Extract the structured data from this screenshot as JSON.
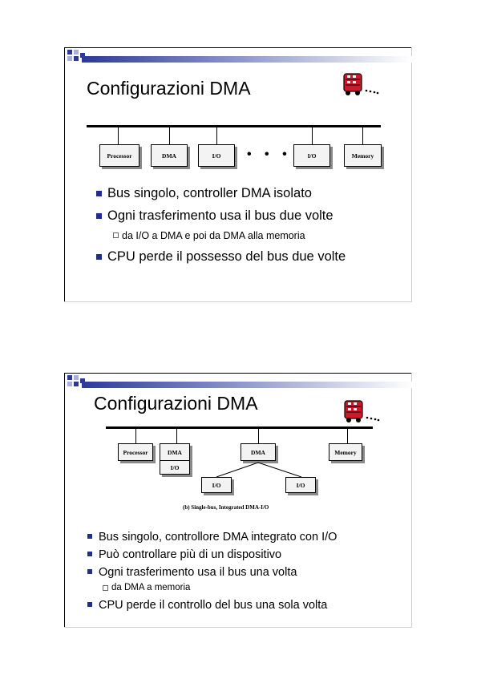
{
  "slides": [
    {
      "title": "Configurazioni DMA",
      "diagram": {
        "boxes": [
          "Processor",
          "DMA",
          "I/O",
          "I/O",
          "Memory"
        ],
        "ellipsis": "• • •"
      },
      "bullets": [
        "Bus singolo, controller DMA isolato",
        "Ogni trasferimento usa il bus due volte"
      ],
      "sub_bullets": [
        "da I/O a DMA e poi da DMA alla memoria"
      ],
      "bullets_after": [
        "CPU perde il possesso del bus due volte"
      ]
    },
    {
      "title": "Configurazioni DMA",
      "diagram": {
        "boxes": [
          "Processor",
          "DMA",
          "I/O",
          "DMA",
          "I/O",
          "I/O",
          "Memory"
        ],
        "caption": "(b) Single-bus, Integrated DMA-I/O"
      },
      "bullets": [
        "Bus singolo, controllore DMA integrato con I/O",
        "Può controllare più di un dispositivo",
        "Ogni trasferimento usa il bus una volta"
      ],
      "sub_bullets": [
        "da DMA a memoria"
      ],
      "bullets_after": [
        "CPU perde il controllo del bus una sola volta"
      ]
    }
  ],
  "colors": {
    "accent": "#1f2d8c",
    "banner": "#2b3a9a",
    "clipart_red": "#d0182a"
  },
  "icons": [
    "presenter-clipart-icon",
    "bullet-square-icon",
    "hollow-square-icon"
  ]
}
